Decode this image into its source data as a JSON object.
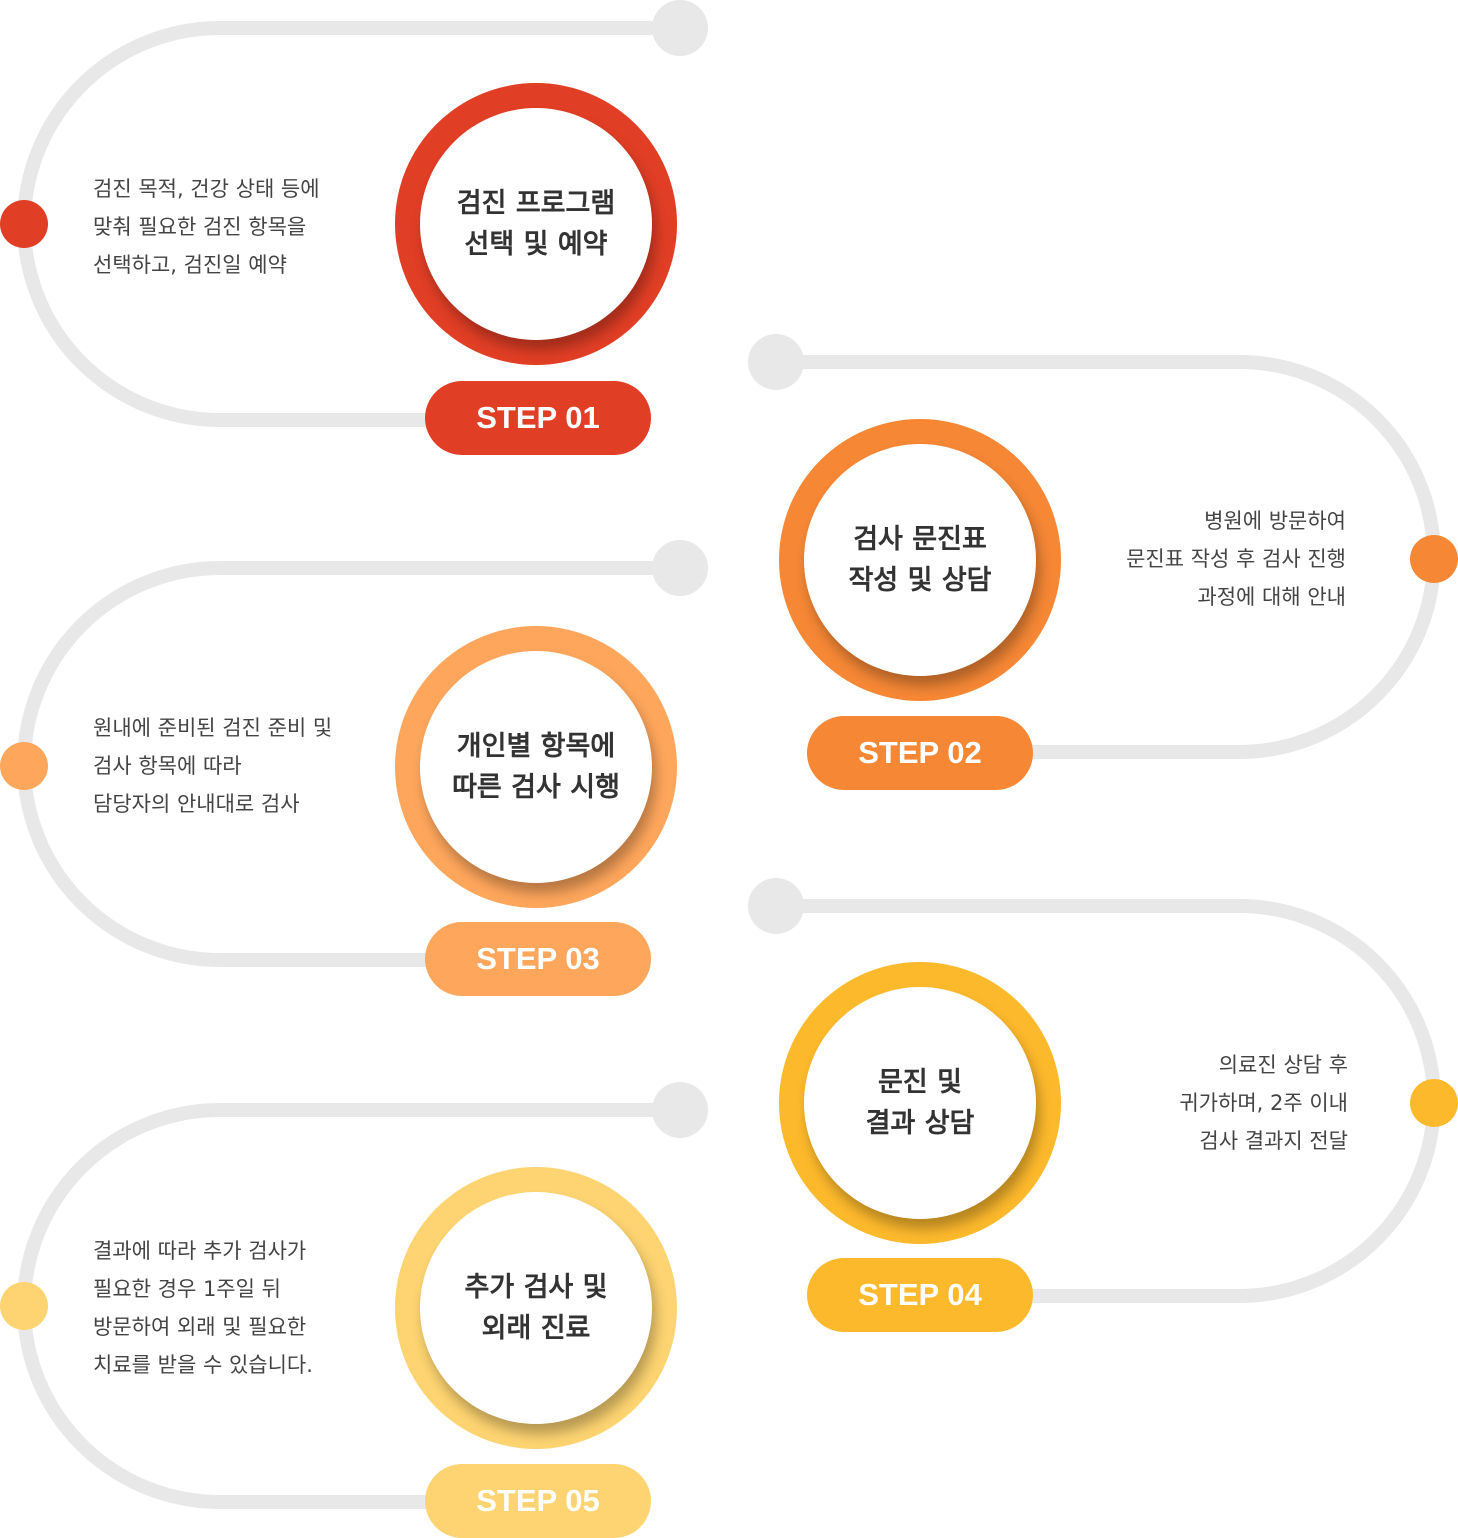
{
  "colors": {
    "track": "#e8e8e8",
    "step1": "#e03e25",
    "step2": "#f58735",
    "step3": "#fea65c",
    "step4": "#fdb92c",
    "step5": "#fdd471"
  },
  "steps": [
    {
      "label": "STEP 01",
      "title": [
        "검진 프로그램",
        "선택 및 예약"
      ],
      "desc": [
        "검진 목적, 건강 상태 등에",
        "맞춰 필요한 검진 항목을",
        "선택하고, 검진일 예약"
      ]
    },
    {
      "label": "STEP 02",
      "title": [
        "검사 문진표",
        "작성 및 상담"
      ],
      "desc": [
        "병원에 방문하여",
        "문진표 작성 후 검사 진행",
        "과정에 대해 안내"
      ]
    },
    {
      "label": "STEP 03",
      "title": [
        "개인별 항목에",
        "따른 검사 시행"
      ],
      "desc": [
        "원내에 준비된 검진 준비 및",
        "검사 항목에 따라",
        "담당자의 안내대로 검사"
      ]
    },
    {
      "label": "STEP 04",
      "title": [
        "문진 및",
        "결과 상담"
      ],
      "desc": [
        "의료진 상담 후",
        "귀가하며, 2주 이내",
        "검사 결과지 전달"
      ]
    },
    {
      "label": "STEP 05",
      "title": [
        "추가 검사 및",
        "외래 진료"
      ],
      "desc": [
        "결과에 따라 추가 검사가",
        "필요한 경우 1주일 뒤",
        "방문하여 외래 및 필요한",
        "치료를 받을 수 있습니다."
      ]
    }
  ]
}
